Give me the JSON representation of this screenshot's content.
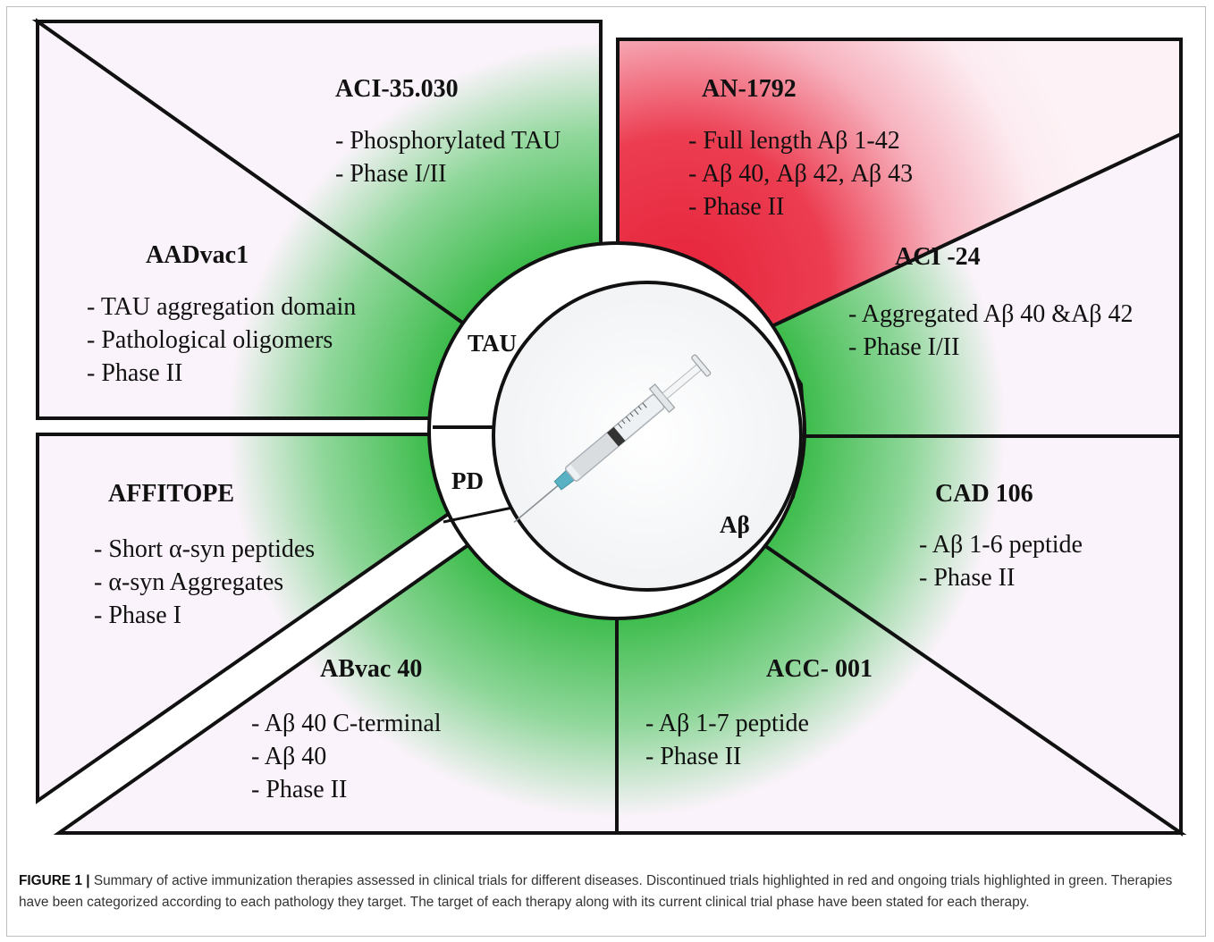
{
  "colors": {
    "green": "#2db53d",
    "red": "#e8283e",
    "panel_fill": "#fbf3fb",
    "outline": "#111111"
  },
  "ring": {
    "tau": "TAU",
    "pd": "PD",
    "abeta": "Aβ"
  },
  "center_icon": "syringe-icon",
  "therapies": {
    "aci35030": {
      "name": "ACI-35.030",
      "status": "ongoing",
      "lines": [
        "- Phosphorylated TAU",
        "- Phase I/II"
      ]
    },
    "aadvac1": {
      "name": "AADvac1",
      "status": "ongoing",
      "lines": [
        "- TAU aggregation domain",
        "- Pathological oligomers",
        "- Phase II"
      ]
    },
    "an1792": {
      "name": "AN-1792",
      "status": "discontinued",
      "lines": [
        "- Full length Aβ 1-42",
        "- Aβ 40, Aβ 42, Aβ 43",
        "- Phase II"
      ]
    },
    "aci24": {
      "name": "ACI -24",
      "status": "ongoing",
      "lines": [
        "- Aggregated Aβ 40 &Aβ 42",
        "- Phase I/II"
      ]
    },
    "affitope": {
      "name": "AFFITOPE",
      "status": "ongoing",
      "lines": [
        "- Short α-syn peptides",
        "- α-syn Aggregates",
        "- Phase I"
      ]
    },
    "cad106": {
      "name": "CAD 106",
      "status": "ongoing",
      "lines": [
        "- Aβ 1-6 peptide",
        "- Phase II"
      ]
    },
    "abvac40": {
      "name": "ABvac 40",
      "status": "ongoing",
      "lines": [
        "- Aβ 40 C-terminal",
        "- Aβ 40",
        "- Phase II"
      ]
    },
    "acc001": {
      "name": "ACC- 001",
      "status": "ongoing",
      "lines": [
        "- Aβ 1-7 peptide",
        "- Phase II"
      ]
    }
  },
  "caption": {
    "label": "FIGURE 1 |",
    "text": " Summary of active immunization therapies assessed in clinical trials for different diseases. Discontinued trials highlighted in red and ongoing trials highlighted in green. Therapies have been categorized according to each pathology they target. The target of each therapy along with its current clinical trial phase have been stated for each therapy."
  }
}
